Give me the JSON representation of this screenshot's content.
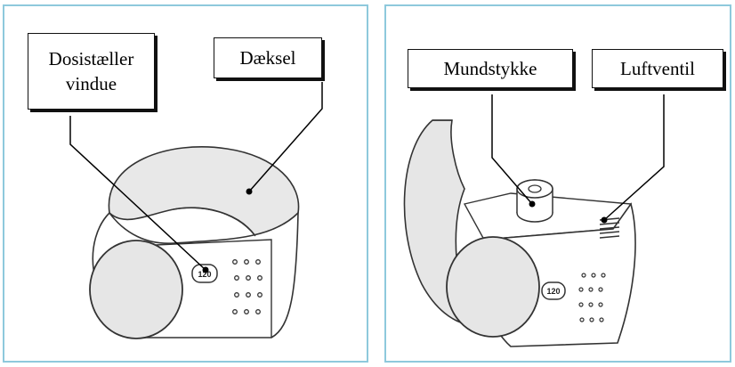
{
  "left_panel": {
    "labels": {
      "dose_counter_line1": "Dosistæller",
      "dose_counter_line2": "vindue",
      "cover": "Dæksel"
    },
    "counter_value": "120"
  },
  "right_panel": {
    "labels": {
      "mouthpiece": "Mundstykke",
      "air_vent": "Luftventil"
    },
    "counter_value": "120"
  },
  "colors": {
    "panel_border": "#8ec9dc",
    "device_shade": "#e6e6e6",
    "outline": "#333333"
  }
}
